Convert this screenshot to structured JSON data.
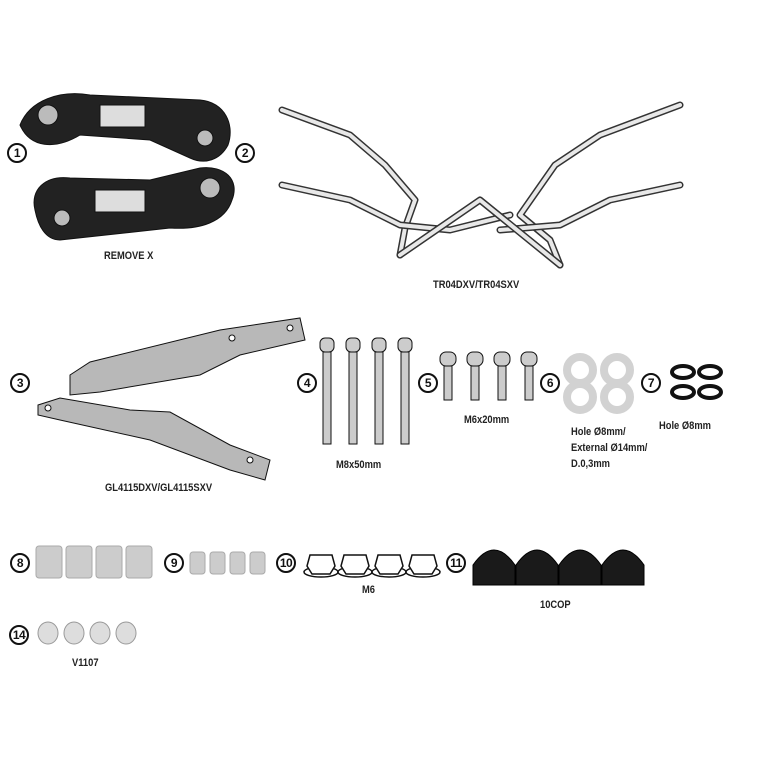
{
  "parts": [
    {
      "number": "1",
      "label": ""
    },
    {
      "number": "2",
      "label": "REMOVE X"
    },
    {
      "number": "3",
      "label": "GL4115DXV/GL4115SXV"
    },
    {
      "number": "4",
      "label": "M8x50mm"
    },
    {
      "number": "5",
      "label": "M6x20mm"
    },
    {
      "number": "6",
      "label_lines": [
        "Hole Ø8mm/",
        "External Ø14mm/",
        "D.0,3mm"
      ]
    },
    {
      "number": "7",
      "label": "Hole Ø8mm"
    },
    {
      "number": "8",
      "label": ""
    },
    {
      "number": "9",
      "label": ""
    },
    {
      "number": "10",
      "label": "M6"
    },
    {
      "number": "11",
      "label": "10COP"
    },
    {
      "number": "14",
      "label": "V1107"
    }
  ],
  "frame_label": "TR04DXV/TR04SXV",
  "colors": {
    "outline": "#111111",
    "metal": "#c8c8c8",
    "rubber": "#1a1a1a",
    "bracket": "#2a2a2a"
  }
}
